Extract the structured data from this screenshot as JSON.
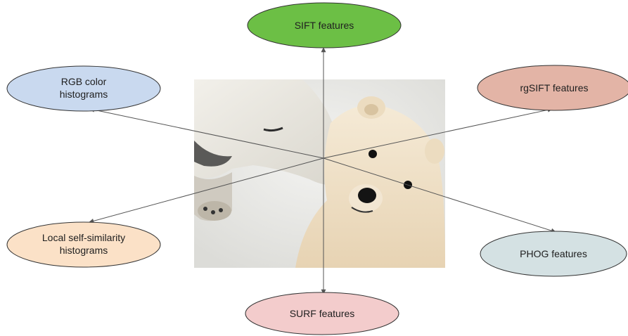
{
  "center_image": {
    "subject": "two polar bears nuzzling",
    "icon": "polar-bear-photo"
  },
  "nodes": [
    {
      "id": "sift",
      "lines": [
        "SIFT features"
      ],
      "color": "#6cbf45"
    },
    {
      "id": "rgb",
      "lines": [
        "RGB color",
        "histograms"
      ],
      "color": "#c9d9ef"
    },
    {
      "id": "rgsift",
      "lines": [
        "rgSIFT features"
      ],
      "color": "#e3b4a6"
    },
    {
      "id": "lss",
      "lines": [
        "Local self-similarity",
        "histograms"
      ],
      "color": "#fbe1c7"
    },
    {
      "id": "phog",
      "lines": [
        "PHOG features"
      ],
      "color": "#d4e1e3"
    },
    {
      "id": "surf",
      "lines": [
        "SURF features"
      ],
      "color": "#f3cccc"
    }
  ],
  "edges": [
    {
      "from": "center",
      "to": "sift"
    },
    {
      "from": "center",
      "to": "rgb"
    },
    {
      "from": "center",
      "to": "rgsift"
    },
    {
      "from": "center",
      "to": "lss"
    },
    {
      "from": "center",
      "to": "phog"
    },
    {
      "from": "center",
      "to": "surf"
    }
  ]
}
